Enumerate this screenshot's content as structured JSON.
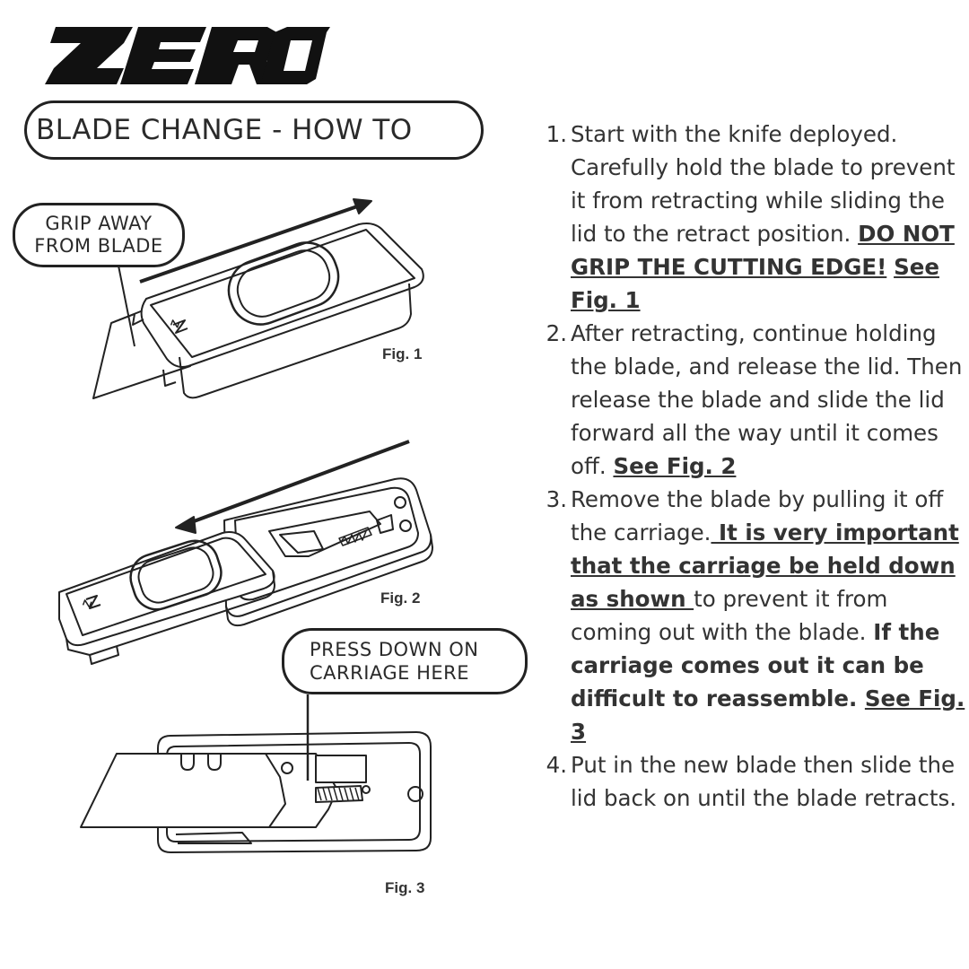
{
  "brand": {
    "logo_text": "ZERO",
    "logo_color": "#111111"
  },
  "title": "BLADE CHANGE - HOW TO",
  "callouts": {
    "grip_line1": "GRIP AWAY",
    "grip_line2": "FROM BLADE",
    "press_line1": "PRESS DOWN ON",
    "press_line2": "CARRIAGE HERE"
  },
  "figures": {
    "fig1": "Fig. 1",
    "fig2": "Fig. 2",
    "fig3": "Fig. 3",
    "lid_mark": "Z"
  },
  "steps": [
    {
      "num": "1.",
      "t1": "Start with the knife deployed. Carefully hold the blade to prevent it from retracting while sliding the lid to the retract position. ",
      "t2": "DO NOT GRIP THE CUTTING EDGE!",
      "t3": " ",
      "t4": "See Fig. 1"
    },
    {
      "num": "2.",
      "t1": "After retracting, continue holding the blade, and release the lid. Then release the blade and slide the lid forward all the way until it comes off. ",
      "t2": "See Fig. 2"
    },
    {
      "num": "3.",
      "t1": "Remove the blade by pulling it off the carriage.",
      "t2": " It is very important that the carriage be held down as shown ",
      "t3": "to prevent it from coming out with the blade. ",
      "t4": "If the carriage comes out it can be difficult to reassemble. ",
      "t5": "See Fig. 3"
    },
    {
      "num": "4.",
      "t1": "Put in the new blade then slide the lid back on until the blade retracts."
    }
  ]
}
